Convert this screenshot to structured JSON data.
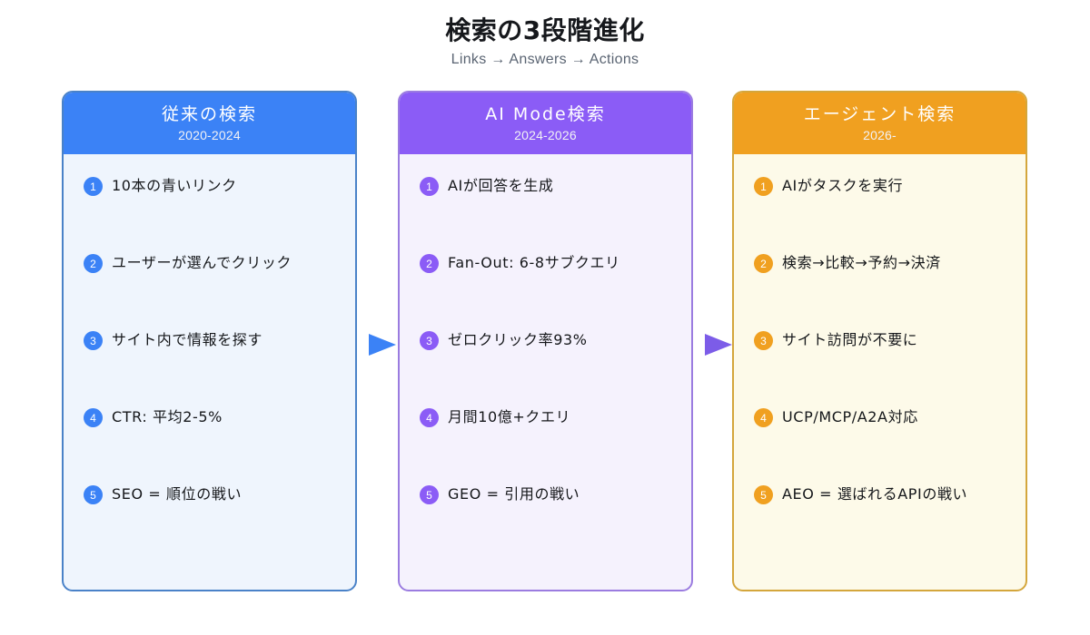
{
  "header": {
    "title": "検索の3段階進化",
    "subtitle": "Links → Answers → Actions"
  },
  "colors": {
    "stage1_accent": "#3b82f6",
    "stage1_border": "#4a82c8",
    "stage1_bg": "#eff5fd",
    "stage2_accent": "#8b5cf6",
    "stage2_border": "#9b7ce0",
    "stage2_bg": "#f5f2fd",
    "stage3_accent": "#f0a020",
    "stage3_border": "#d4a63c",
    "stage3_bg": "#fdfae9",
    "title_color": "#16181c",
    "subtitle_color": "#5a6472",
    "arrow1_color": "#3b82f6",
    "arrow2_color": "#7c5ce8"
  },
  "stages": [
    {
      "title": "従来の検索",
      "period": "2020-2024",
      "items": [
        {
          "num": "1",
          "text": "10本の青いリンク"
        },
        {
          "num": "2",
          "text": "ユーザーが選んでクリック"
        },
        {
          "num": "3",
          "text": "サイト内で情報を探す"
        },
        {
          "num": "4",
          "text": "CTR: 平均2-5%"
        },
        {
          "num": "5",
          "text": "SEO = 順位の戦い"
        }
      ]
    },
    {
      "title": "AI Mode検索",
      "period": "2024-2026",
      "items": [
        {
          "num": "1",
          "text": "AIが回答を生成"
        },
        {
          "num": "2",
          "text": "Fan-Out: 6-8サブクエリ"
        },
        {
          "num": "3",
          "text": "ゼロクリック率93%"
        },
        {
          "num": "4",
          "text": "月間10億+クエリ"
        },
        {
          "num": "5",
          "text": "GEO = 引用の戦い"
        }
      ]
    },
    {
      "title": "エージェント検索",
      "period": "2026-",
      "items": [
        {
          "num": "1",
          "text": "AIがタスクを実行"
        },
        {
          "num": "2",
          "text": "検索→比較→予約→決済"
        },
        {
          "num": "3",
          "text": "サイト訪問が不要に"
        },
        {
          "num": "4",
          "text": "UCP/MCP/A2A対応"
        },
        {
          "num": "5",
          "text": "AEO = 選ばれるAPIの戦い"
        }
      ]
    }
  ],
  "arrows": [
    {
      "name": "arrow-stage1-to-stage2",
      "glyph": "right-triangle-icon"
    },
    {
      "name": "arrow-stage2-to-stage3",
      "glyph": "right-triangle-icon"
    }
  ]
}
